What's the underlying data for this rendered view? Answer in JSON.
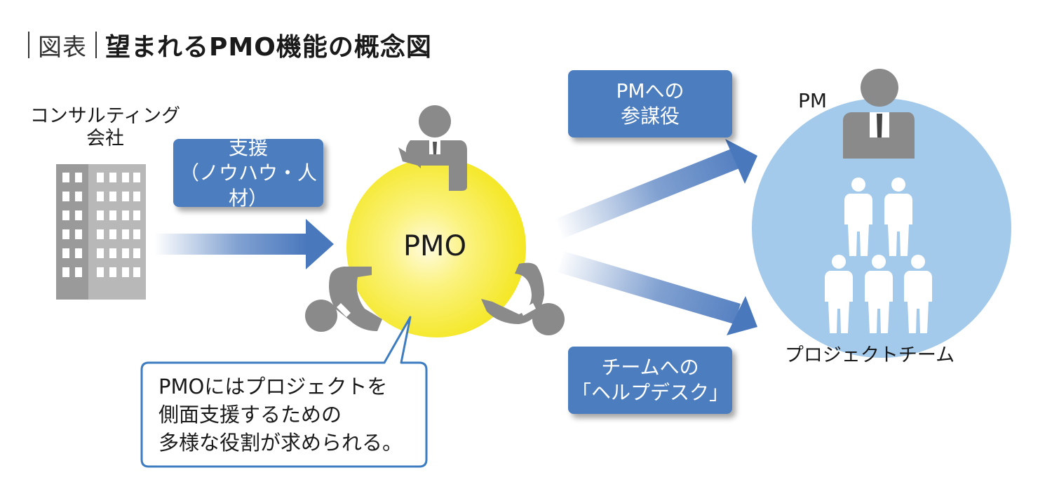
{
  "title": {
    "label": "図表",
    "text": "望まれるPMO機能の概念図"
  },
  "company": {
    "line1": "コンサルティング",
    "line2": "会社"
  },
  "support_box": {
    "line1": "支援",
    "line2": "（ノウハウ・人材）"
  },
  "pmo": {
    "label": "PMO"
  },
  "pm_box": {
    "line1": "PMへの",
    "line2": "参謀役"
  },
  "team_box": {
    "line1": "チームへの",
    "line2": "「ヘルプデスク」"
  },
  "pm_label": "PM",
  "team_label": "プロジェクトチーム",
  "note": {
    "line1": "PMOにはプロジェクトを",
    "line2": "側面支援するための",
    "line3": "多様な役割が求められる。"
  },
  "colors": {
    "box_blue": "#4b7dbf",
    "arrow_blue": "#4a78bd",
    "pmo_yellow": "#f5ea1a",
    "team_circle": "#a3c9eb",
    "person_gray": "#8c8c8c",
    "building_gray": "#9a9a9a"
  }
}
